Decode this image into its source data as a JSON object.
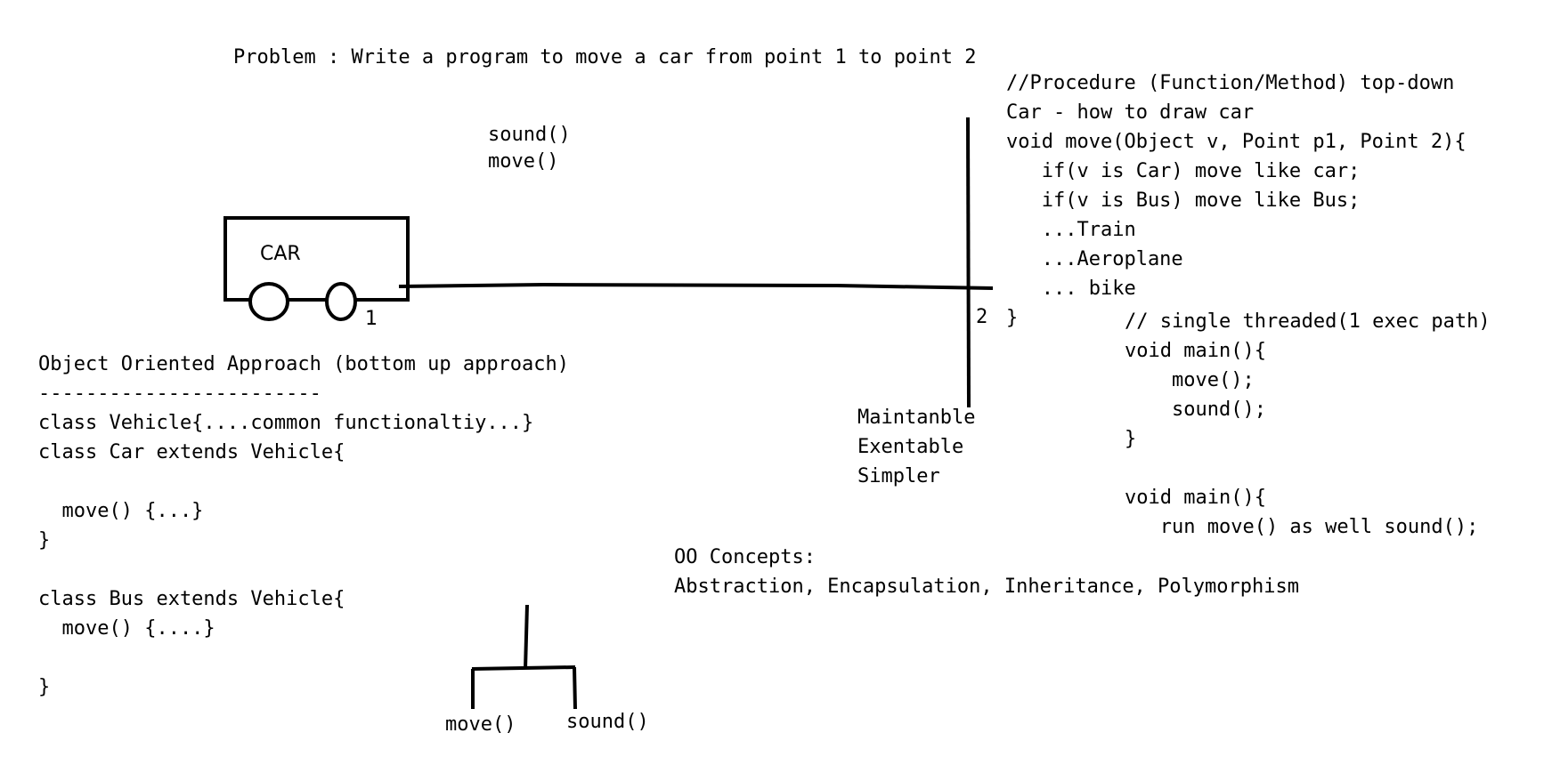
{
  "problem": "Problem : Write a program to move a car from point 1 to point 2",
  "car_box": {
    "label": "CAR",
    "point1_label": "1"
  },
  "car_methods": [
    "sound()",
    "move()"
  ],
  "point2_label": "2",
  "procedural": {
    "lines": [
      "//Procedure (Function/Method) top-down",
      "Car - how to draw car",
      "void move(Object v, Point p1, Point 2){",
      "   if(v is Car) move like car;",
      "   if(v is Bus) move like Bus;",
      "   ...Train",
      "   ...Aeroplane",
      "   ... bike",
      "}"
    ]
  },
  "threading": {
    "lines": [
      "// single threaded(1 exec path)",
      "void main(){",
      "    move();",
      "    sound();",
      "}",
      "",
      "void main(){",
      "   run move() as well sound();"
    ]
  },
  "oo_approach": {
    "lines": [
      "Object Oriented Approach (bottom up approach)",
      "------------------------",
      "class Vehicle{....common functionaltiy...}",
      "class Car extends Vehicle{",
      "",
      "  move() {...}",
      "}",
      "",
      "class Bus extends Vehicle{",
      "  move() {....}",
      "",
      "}"
    ]
  },
  "qualities": [
    "Maintanble",
    "Exentable",
    "Simpler"
  ],
  "oo_concepts": {
    "title": "OO Concepts:",
    "list": "Abstraction, Encapsulation, Inheritance, Polymorphism"
  },
  "tree_leaves": [
    "move()",
    "sound()"
  ]
}
